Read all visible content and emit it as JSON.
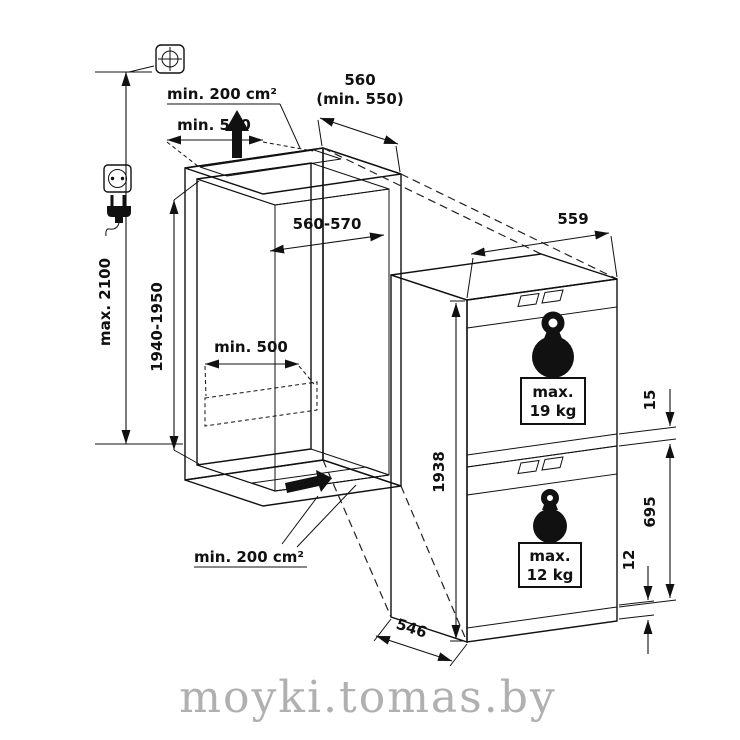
{
  "niche": {
    "vent_top": "min. 200 cm²",
    "depth": "560",
    "depth_min": "(min. 550)",
    "clearance_top": "min. 500",
    "width": "560-570",
    "height_max": "max. 2100",
    "height_interior": "1940-1950",
    "clearance_bottom": "min. 500",
    "vent_bottom": "min. 200 cm²"
  },
  "appliance": {
    "width": "559",
    "height": "1938",
    "gap_doors": "15",
    "lower_door_height": "695",
    "gap_bottom": "12",
    "depth": "546",
    "upper_door_load": {
      "l1": "max.",
      "l2": "19 kg"
    },
    "lower_door_load": {
      "l1": "max.",
      "l2": "12 kg"
    }
  },
  "icons": {
    "drill_mark": "position-cross-symbol",
    "outlet": "power-outlet-icon",
    "plug": "mains-plug-icon",
    "airflow_out": "airflow-up-arrow",
    "airflow_in": "airflow-in-arrow",
    "weight": "weight-icon"
  },
  "watermark": "moyki.tomas.by",
  "colors": {
    "line": "#111111",
    "back_wall": "#d6d6d6",
    "hatch": "#666666",
    "watermark": "#a3a3a3"
  }
}
